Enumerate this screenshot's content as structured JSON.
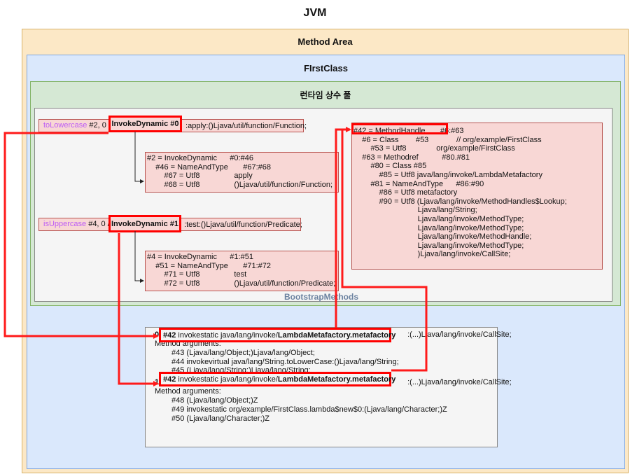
{
  "title": "JVM",
  "method_area": {
    "title": "Method Area"
  },
  "first_class": {
    "title": "FIrstClass"
  },
  "runtime_pool": {
    "title": "런타임 상수 풀"
  },
  "lower_row": {
    "name": "toLowercase",
    "refs": " #2, 0",
    "slash": " / ",
    "indy": "InvokeDynamic #0",
    "rest": " :apply:()Ljava/util/function/Function;"
  },
  "lower_detail": [
    "#2 = InvokeDynamic      #0:#46",
    "    #46 = NameAndType       #67:#68",
    "        #67 = Utf8                apply",
    "        #68 = Utf8                ()Ljava/util/function/Function;"
  ],
  "upper_row": {
    "name": "isUppercase",
    "refs": " #4, 0",
    "slash": " / ",
    "indy": "InvokeDynamic #1",
    "rest": " :test:()Ljava/util/function/Predicate;"
  },
  "upper_detail": [
    "#4 = InvokeDynamic      #1:#51",
    "    #51 = NameAndType       #71:#72",
    "        #71 = Utf8                test",
    "        #72 = Utf8                ()Ljava/util/function/Predicate;"
  ],
  "method_handle": {
    "head": "#42 = MethodHandle       #6:#63",
    "lines": [
      "    #6 = Class        #53             // org/example/FirstClass",
      "        #53 = Utf8              org/example/FirstClass",
      "    #63 = Methodref           #80.#81",
      "        #80 = Class #85",
      "            #85 = Utf8 java/lang/invoke/LambdaMetafactory",
      "        #81 = NameAndType      #86:#90",
      "            #86 = Utf8 metafactory",
      "            #90 = Utf8 (Ljava/lang/invoke/MethodHandles$Lookup;",
      "                              Ljava/lang/String;",
      "                              Ljava/lang/invoke/MethodType;",
      "                              Ljava/lang/invoke/MethodType;",
      "                              Ljava/lang/invoke/MethodHandle;",
      "                              Ljava/lang/invoke/MethodType;",
      "                              )Ljava/lang/invoke/CallSite;"
    ]
  },
  "bootstrap": {
    "title": "BootstrapMethods",
    "entry0": {
      "index": "0",
      "ref": "#42",
      "call_plain": " invokestatic java/lang/invoke/",
      "call_bold": "LambdaMetafactory.metafactory",
      "tail": ":(...)Ljava/lang/invoke/CallSite;",
      "args_label": "Method arguments:",
      "args": [
        "#43 (Ljava/lang/Object;)Ljava/lang/Object;",
        "#44 invokevirtual java/lang/String.toLowerCase:()Ljava/lang/String;",
        "#45 (Ljava/lang/String;)Ljava/lang/String;"
      ]
    },
    "entry1": {
      "index": "1",
      "ref": "#42",
      "call_plain": " invokestatic java/lang/invoke/",
      "call_bold": "LambdaMetafactory.metafactory",
      "tail": ":(...)Ljava/lang/invoke/CallSite;",
      "args_label": "Method arguments:",
      "args": [
        "#48 (Ljava/lang/Object;)Z",
        "#49 invokestatic org/example/FirstClass.lambda$new$0:(Ljava/lang/Character;)Z",
        "#50 (Ljava/lang/Character;)Z"
      ]
    }
  },
  "colors": {
    "method_area": "#fce8c6",
    "first_class": "#dae8fc",
    "runtime_pool": "#d5e8d4",
    "entry_fill": "#f8d7d5",
    "highlight": "#ff0000",
    "method_name": "#bd5cf5"
  }
}
